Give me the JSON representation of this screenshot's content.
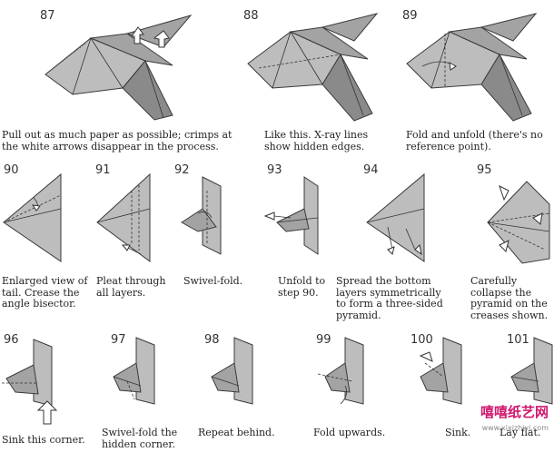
{
  "steps": [
    {
      "num": "87",
      "caption": [
        "Pull out as much paper as possible; crimps at",
        "the white arrows disappear in the process."
      ]
    },
    {
      "num": "88",
      "caption": [
        "Like this. X-ray lines",
        "show hidden edges."
      ]
    },
    {
      "num": "89",
      "caption": [
        "Fold and unfold  (there's no",
        "reference point)."
      ]
    },
    {
      "num": "90",
      "caption": [
        "Enlarged view of",
        "tail. Crease the",
        "angle bisector."
      ]
    },
    {
      "num": "91",
      "caption": [
        "Pleat through",
        "all layers."
      ]
    },
    {
      "num": "92",
      "caption": [
        "Swivel-fold."
      ]
    },
    {
      "num": "93",
      "caption": [
        "Unfold to",
        "step 90."
      ]
    },
    {
      "num": "94",
      "caption": [
        "Spread the bottom",
        "layers symmetrically",
        "to form a three-sided",
        "pyramid."
      ]
    },
    {
      "num": "95",
      "caption": [
        "Carefully",
        "collapse the",
        "pyramid on the",
        "creases shown."
      ]
    },
    {
      "num": "96",
      "caption": [
        "Sink this corner."
      ]
    },
    {
      "num": "97",
      "caption": [
        "Swivel-fold the",
        "hidden corner."
      ]
    },
    {
      "num": "98",
      "caption": [
        "Repeat behind."
      ]
    },
    {
      "num": "99",
      "caption": [
        "Fold upwards."
      ]
    },
    {
      "num": "100",
      "caption": [
        "Sink."
      ]
    },
    {
      "num": "101",
      "caption": [
        "Lay flat."
      ]
    }
  ],
  "watermark": {
    "title": "嘻嘻纸艺网",
    "url": "www.xixizhiyi.com"
  }
}
